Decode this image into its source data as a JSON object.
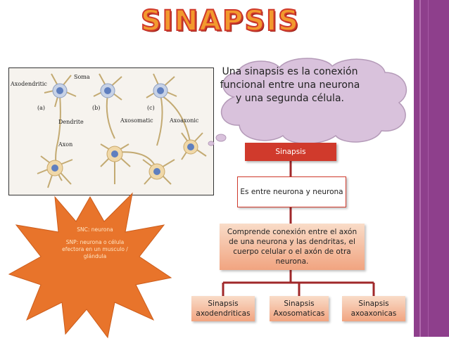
{
  "title": "SINAPSIS",
  "illustration": {
    "labels": {
      "axodendritic": "Axodendritic",
      "soma": "Soma",
      "a": "(a)",
      "b": "(b)",
      "c": "(c)",
      "dendrite": "Dendrite",
      "axosomatic": "Axosomatic",
      "axoaxonic": "Axoaxonic",
      "axon": "Axon"
    }
  },
  "cloud": {
    "text": "Una sinapsis es la conexión funcional entre una neurona y una segunda célula."
  },
  "star": {
    "line1": "SNC: neurona",
    "line2": "SNP: neurona o célula efectora en un musculo  / glándula"
  },
  "hierarchy": {
    "root": "Sinapsis",
    "level2": "Es entre neurona y neurona",
    "level3": "Comprende conexión entre el axón de una neurona y las dendritas, el cuerpo celular o el axón de otra neurona.",
    "leaves": [
      "Sinapsis axodendriticas",
      "Sinapsis Axosomaticas",
      "Sinapsis axoaxonicas"
    ]
  },
  "colors": {
    "accent_red": "#d03a2c",
    "title_orange": "#f29a2e",
    "sidebar_purple": "#8e3f8c",
    "star_orange": "#e8742b",
    "cloud_purple": "#d9c2dc"
  }
}
